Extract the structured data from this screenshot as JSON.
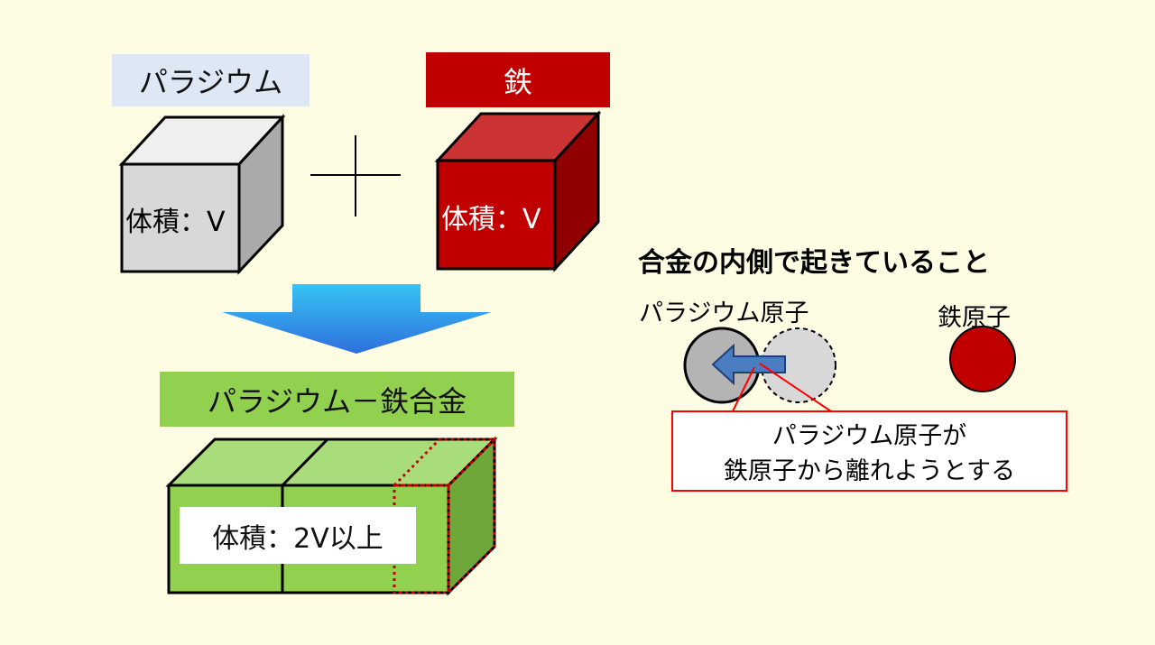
{
  "palladium": {
    "label": "パラジウム",
    "volume_label": "体積：V"
  },
  "iron": {
    "label": "鉄",
    "volume_label": "体積：V"
  },
  "alloy": {
    "label": "パラジウム－鉄合金",
    "volume_label": "体積：2V以上"
  },
  "inside": {
    "title": "合金の内側で起きていること",
    "palladium_atom_label": "パラジウム原子",
    "iron_atom_label": "鉄原子",
    "callout_line1": "パラジウム原子が",
    "callout_line2": "鉄原子から離れようとする"
  },
  "colors": {
    "background": "#fefde3",
    "palladium_label_bg": "#dde8f4",
    "palladium_cube": "#d8d8d8",
    "iron_red": "#c00000",
    "alloy_green": "#92d050",
    "arrow_blue": "#3a9bf0",
    "atom_arrow_blue": "#4a7ec0"
  }
}
